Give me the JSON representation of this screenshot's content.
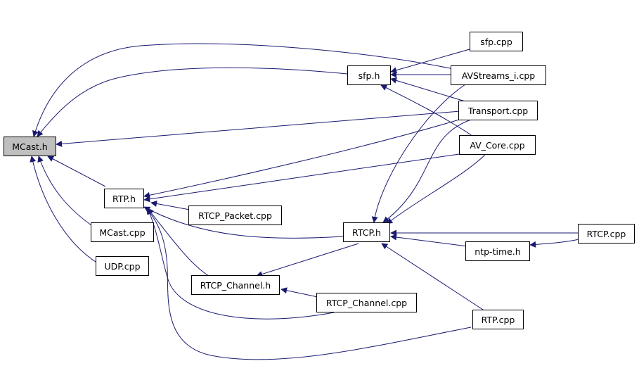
{
  "colors": {
    "edge": "#191970",
    "root_fill": "#bfbfbf",
    "node_fill": "#ffffff",
    "node_border": "#000000"
  },
  "nodes": {
    "mcast_h": {
      "label": "MCast.h",
      "root": true
    },
    "rtp_h": {
      "label": "RTP.h"
    },
    "mcast_cpp": {
      "label": "MCast.cpp"
    },
    "udp_cpp": {
      "label": "UDP.cpp"
    },
    "sfp_h": {
      "label": "sfp.h"
    },
    "sfp_cpp": {
      "label": "sfp.cpp"
    },
    "avstreams_cpp": {
      "label": "AVStreams_i.cpp"
    },
    "transport_cpp": {
      "label": "Transport.cpp"
    },
    "av_core_cpp": {
      "label": "AV_Core.cpp"
    },
    "rtcp_packet_cpp": {
      "label": "RTCP_Packet.cpp"
    },
    "rtcp_h": {
      "label": "RTCP.h"
    },
    "rtcp_cpp": {
      "label": "RTCP.cpp"
    },
    "ntp_time_h": {
      "label": "ntp-time.h"
    },
    "rtcp_channel_h": {
      "label": "RTCP_Channel.h"
    },
    "rtcp_channel_cpp": {
      "label": "RTCP_Channel.cpp"
    },
    "rtp_cpp": {
      "label": "RTP.cpp"
    }
  },
  "edges": [
    {
      "from": "rtp_h",
      "to": "mcast_h"
    },
    {
      "from": "mcast_cpp",
      "to": "mcast_h"
    },
    {
      "from": "udp_cpp",
      "to": "mcast_h"
    },
    {
      "from": "sfp_h",
      "to": "mcast_h"
    },
    {
      "from": "avstreams_cpp",
      "to": "mcast_h"
    },
    {
      "from": "transport_cpp",
      "to": "mcast_h"
    },
    {
      "from": "sfp_cpp",
      "to": "sfp_h"
    },
    {
      "from": "avstreams_cpp",
      "to": "sfp_h"
    },
    {
      "from": "transport_cpp",
      "to": "sfp_h"
    },
    {
      "from": "av_core_cpp",
      "to": "sfp_h"
    },
    {
      "from": "transport_cpp",
      "to": "rtp_h"
    },
    {
      "from": "av_core_cpp",
      "to": "rtp_h"
    },
    {
      "from": "rtcp_packet_cpp",
      "to": "rtp_h"
    },
    {
      "from": "rtcp_h",
      "to": "rtp_h"
    },
    {
      "from": "rtcp_channel_h",
      "to": "rtp_h"
    },
    {
      "from": "rtcp_channel_cpp",
      "to": "rtp_h"
    },
    {
      "from": "rtp_cpp",
      "to": "rtp_h"
    },
    {
      "from": "avstreams_cpp",
      "to": "rtcp_h"
    },
    {
      "from": "transport_cpp",
      "to": "rtcp_h"
    },
    {
      "from": "av_core_cpp",
      "to": "rtcp_h"
    },
    {
      "from": "rtcp_cpp",
      "to": "rtcp_h"
    },
    {
      "from": "ntp_time_h",
      "to": "rtcp_h"
    },
    {
      "from": "rtp_cpp",
      "to": "rtcp_h"
    },
    {
      "from": "rtcp_cpp",
      "to": "ntp_time_h"
    },
    {
      "from": "rtcp_h",
      "to": "rtcp_channel_h"
    },
    {
      "from": "rtcp_channel_cpp",
      "to": "rtcp_channel_h"
    }
  ]
}
